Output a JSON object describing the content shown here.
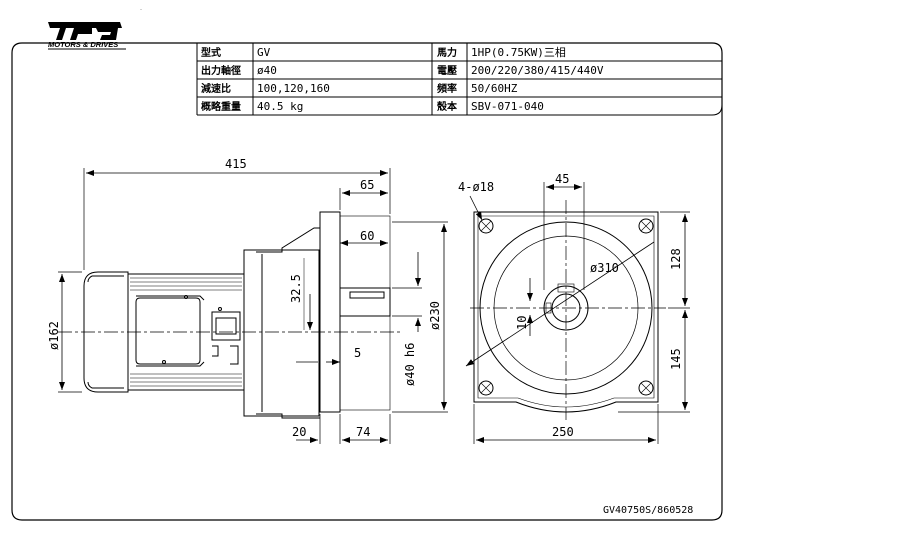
{
  "logo": {
    "text": "TPG",
    "subtitle": "MOTORS & DRIVES"
  },
  "spec_table": {
    "rows": [
      {
        "label_left": "型式",
        "value_left": "GV",
        "label_right": "馬力",
        "value_right": "1HP(0.75KW)三相"
      },
      {
        "label_left": "出力軸徑",
        "value_left": "ø40",
        "label_right": "電壓",
        "value_right": "200/220/380/415/440V"
      },
      {
        "label_left": "減速比",
        "value_left": "100,120,160",
        "label_right": "頻率",
        "value_right": "50/60HZ"
      },
      {
        "label_left": "概略重量",
        "value_left": "40.5 kg",
        "label_right": "殼本",
        "value_right": "SBV-071-040"
      }
    ]
  },
  "side_view": {
    "overall_length": "415",
    "flange_to_end": "65",
    "shaft_length": "60",
    "shaft_center_offset": "32.5",
    "key_offset": "5",
    "flange_height": "ø230",
    "shaft_diameter": "ø40 h6",
    "motor_diameter": "ø162",
    "flange_thickness": "20",
    "shaft_extension": "74"
  },
  "front_view": {
    "hole_spec": "4-ø18",
    "key_width": "45",
    "pcd": "ø310",
    "key_depth": "10",
    "upper_height": "128",
    "lower_height": "145",
    "base_width": "250"
  },
  "drawing_number": "GV40750S/860528"
}
